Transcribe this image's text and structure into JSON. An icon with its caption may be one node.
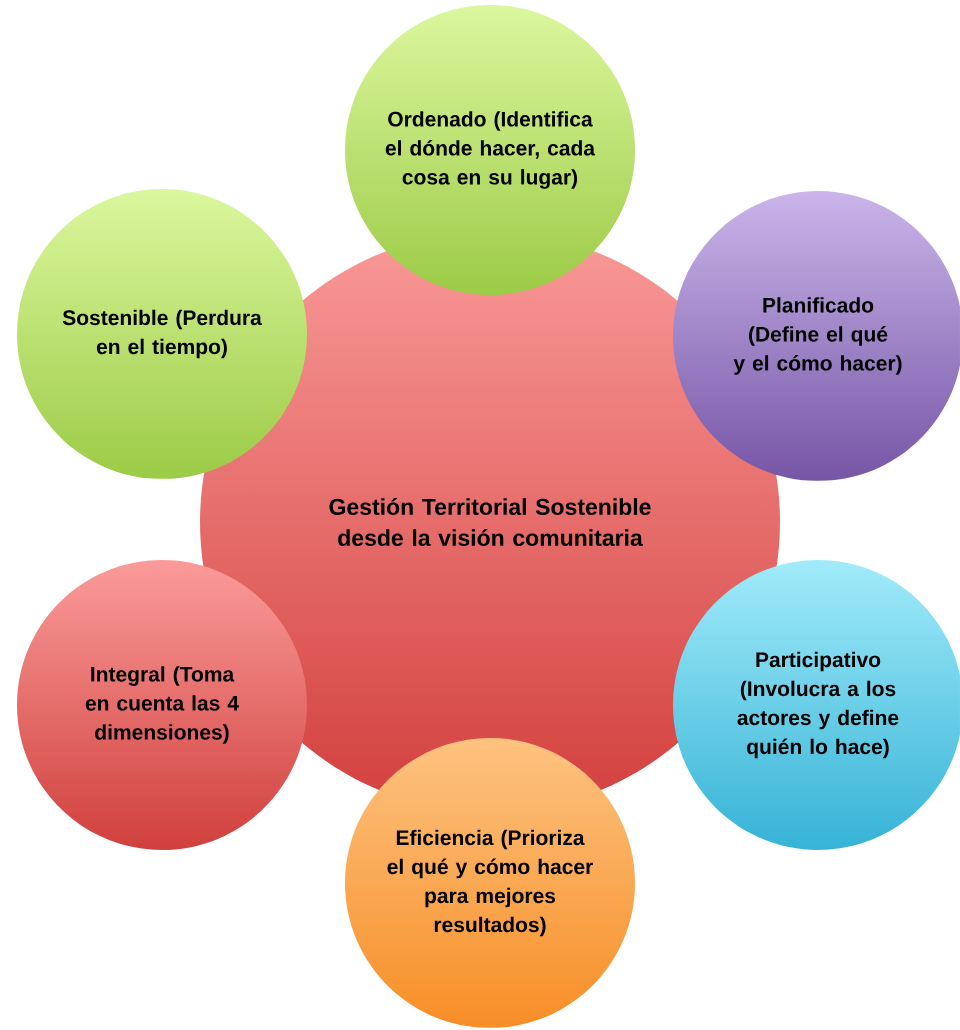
{
  "diagram": {
    "nodes": [
      {
        "text": [
          "Gestión Territorial Sostenible desde la visión comunitaria"
        ]
      },
      {
        "text": [
          "Ordenado (Identifica el dónde hacer, cada cosa en su lugar)"
        ]
      },
      {
        "text": [
          "Sostenible (Perdura en el tiempo)"
        ]
      },
      {
        "text": [
          "Planificado (Define el qué y el cómo hacer)"
        ]
      },
      {
        "text": [
          "Integral (Toma en cuenta las 4 dimensiones)"
        ]
      },
      {
        "text": [
          "Participativo (Involucra a los actores y define quién lo hace)"
        ]
      },
      {
        "text": [
          "Eficiencia (Prioriza el qué y cómo hacer para mejores resultados)"
        ]
      }
    ]
  }
}
